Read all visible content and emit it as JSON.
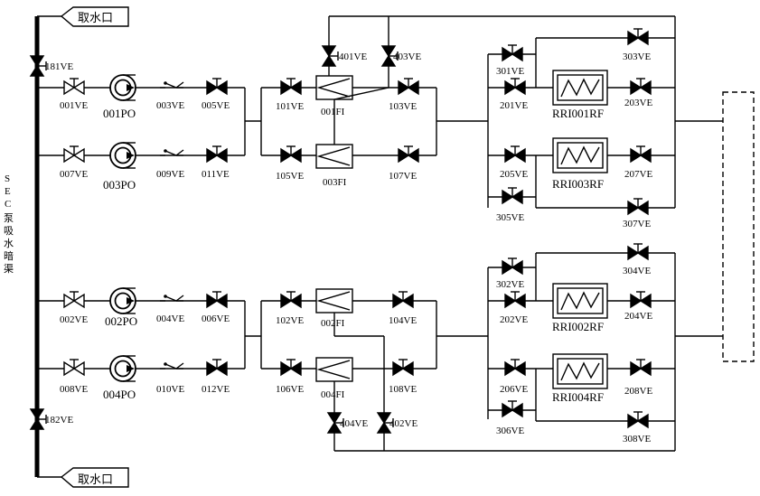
{
  "intake_top": "取水口",
  "intake_bottom": "取水口",
  "sec_label": [
    "S",
    "E",
    "C",
    "泵",
    "吸",
    "水",
    "暗",
    "渠"
  ],
  "valves": {
    "v181": "181VE",
    "v182": "182VE",
    "v001": "001VE",
    "v007": "007VE",
    "v002": "002VE",
    "v008": "008VE",
    "v003": "003VE",
    "v009": "009VE",
    "v004": "004VE",
    "v010": "010VE",
    "v005": "005VE",
    "v011": "011VE",
    "v006": "006VE",
    "v012": "012VE",
    "v101": "101VE",
    "v105": "105VE",
    "v102": "102VE",
    "v106": "106VE",
    "v103": "103VE",
    "v107": "107VE",
    "v104": "104VE",
    "v108": "108VE",
    "v401": "401VE",
    "v403": "403VE",
    "v404": "404VE",
    "v402": "402VE",
    "v201": "201VE",
    "v203": "203VE",
    "v205": "205VE",
    "v207": "207VE",
    "v202": "202VE",
    "v204": "204VE",
    "v206": "206VE",
    "v208": "208VE",
    "v301": "301VE",
    "v303": "303VE",
    "v305": "305VE",
    "v307": "307VE",
    "v302": "302VE",
    "v304": "304VE",
    "v306": "306VE",
    "v308": "308VE"
  },
  "pumps": {
    "p001": "001PO",
    "p003": "003PO",
    "p002": "002PO",
    "p004": "004PO"
  },
  "filters": {
    "f001": "001FI",
    "f003": "003FI",
    "f002": "002FI",
    "f004": "004FI"
  },
  "exchangers": {
    "r001": "RRI001RF",
    "r003": "RRI003RF",
    "r002": "RRI002RF",
    "r004": "RRI004RF"
  }
}
